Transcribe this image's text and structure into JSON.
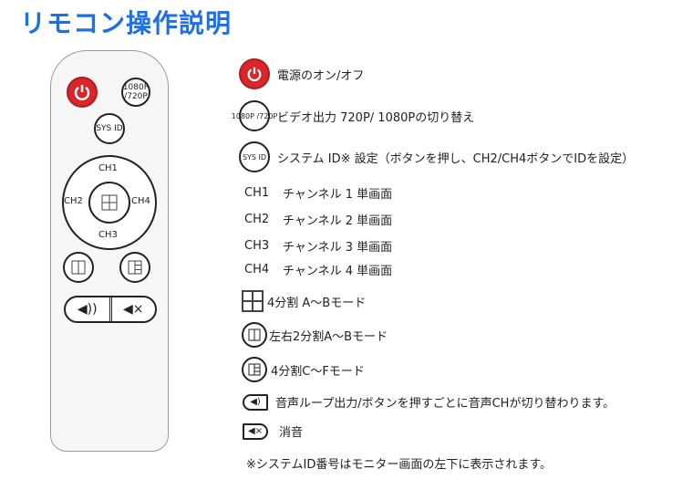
{
  "title": "リモコン操作説明",
  "remote": {
    "btn_resolution": "1080P\n/720P",
    "btn_sysid": "SYS ID",
    "ch1": "CH1",
    "ch2": "CH2",
    "ch3": "CH3",
    "ch4": "CH4"
  },
  "legend": {
    "power": "電源のオン/オフ",
    "resolution_icon": "1080P /720P",
    "resolution": "ビデオ出力 720P/ 1080Pの切り替え",
    "sysid_icon": "SYS ID",
    "sysid": "システム ID※ 設定（ボタンを押し、CH2/CH4ボタンでIDを設定）",
    "channels": [
      {
        "ch": "CH1",
        "desc": "チャンネル 1 単画面"
      },
      {
        "ch": "CH2",
        "desc": "チャンネル 2 単画面"
      },
      {
        "ch": "CH3",
        "desc": "チャンネル 3 単画面"
      },
      {
        "ch": "CH4",
        "desc": "チャンネル 4 単画面"
      }
    ],
    "quad": "4分割 A～Bモード",
    "split": "左右2分割A～Bモード",
    "quadcf": "4分割C～Fモード",
    "audio": "音声ループ出力/ボタンを押すごとに音声CHが切り替わります。",
    "mute": "消音",
    "note": "※システムID番号はモニター画面の左下に表示されます。"
  },
  "colors": {
    "title": "#1d6fe3",
    "power": "#d8262b"
  }
}
